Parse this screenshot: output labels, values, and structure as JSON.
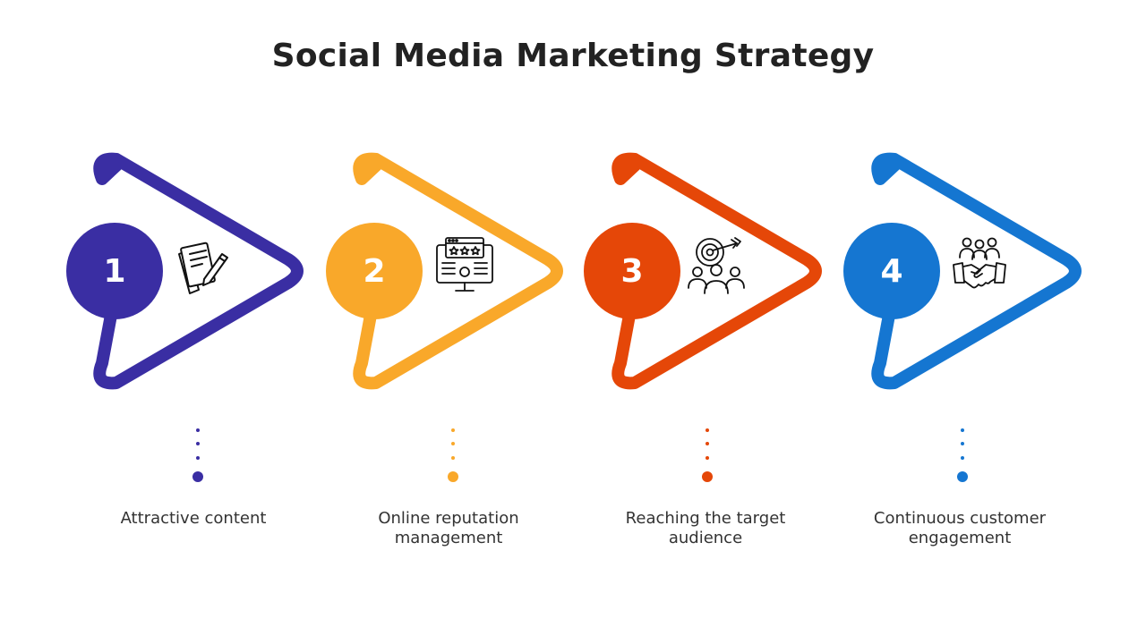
{
  "title": "Social Media Marketing Strategy",
  "steps": [
    {
      "number": "1",
      "label": "Attractive content",
      "color": "#3a2ea3",
      "icon": "document-pen-icon"
    },
    {
      "number": "2",
      "label": "Online reputation management",
      "color": "#f9a82a",
      "icon": "rating-monitor-icon"
    },
    {
      "number": "3",
      "label": "Reaching the target audience",
      "color": "#e54708",
      "icon": "target-audience-icon"
    },
    {
      "number": "4",
      "label": "Continuous customer engagement",
      "color": "#1576d1",
      "icon": "handshake-group-icon"
    }
  ]
}
